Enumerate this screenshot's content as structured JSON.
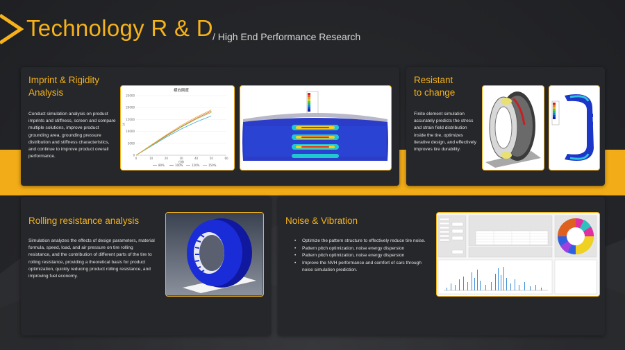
{
  "header": {
    "title": "Technology R & D",
    "subtitle": "/ High End Performance Research"
  },
  "sections": {
    "imprint": {
      "title_line1": "Imprint & Rigidity",
      "title_line2": "Analysis",
      "text": "Conduct simulation analysis on product imprints and stiffness, screen and compare multiple solutions, improve product grounding area, grounding pressure distribution and stiffness characteristics, and continue to improve product overall performance."
    },
    "resistant": {
      "title_line1": "Resistant",
      "title_line2": "to change",
      "text": "Finite element simulation accurately predicts the stress and strain field distribution inside the tire, optimizes iterative design, and effectively improves tire durability."
    },
    "rolling": {
      "title": "Rolling resistance analysis",
      "text": "Simulation analyzes the effects of design parameters, material formula, speed, load, and air pressure on tire rolling resistance, and the contribution of different parts of the tire to rolling resistance, providing a theoretical basis for product optimization, quickly reducing product rolling resistance, and improving fuel economy."
    },
    "noise": {
      "title": "Noise & Vibration",
      "bullets": [
        "Optimize the pattern structure to effectively reduce tire noise.",
        "Pattern pitch optimization, noise energy dispersion",
        "Pattern pitch optimization, noise energy dispersion",
        "Improve the NVH performance and comfort of cars through noise simulation prediction."
      ]
    }
  },
  "chart_data": {
    "type": "line",
    "title": "横向刚度",
    "xlabel": "位移",
    "ylabel": "力",
    "xlim": [
      0,
      60
    ],
    "ylim": [
      0,
      25000
    ],
    "x_ticks": [
      0,
      10,
      20,
      30,
      40,
      50,
      60
    ],
    "y_ticks": [
      0,
      5000,
      10000,
      15000,
      20000,
      25000
    ],
    "legend_position": "bottom",
    "series": [
      {
        "name": "80%",
        "color": "#4aa3df",
        "x": [
          0,
          10,
          20,
          30,
          40,
          50
        ],
        "y": [
          0,
          3800,
          7600,
          11000,
          14000,
          16500
        ]
      },
      {
        "name": "100%",
        "color": "#e0543c",
        "x": [
          0,
          10,
          20,
          30,
          40,
          50
        ],
        "y": [
          0,
          4100,
          8200,
          12000,
          15500,
          18500
        ]
      },
      {
        "name": "120%",
        "color": "#8fbf3f",
        "x": [
          0,
          10,
          20,
          30,
          40,
          50
        ],
        "y": [
          0,
          4000,
          8000,
          11800,
          15200,
          18000
        ]
      },
      {
        "name": "150%",
        "color": "#f0a030",
        "x": [
          0,
          10,
          20,
          30,
          40,
          50
        ],
        "y": [
          0,
          4300,
          8500,
          12500,
          16000,
          19000
        ]
      }
    ]
  },
  "colors": {
    "accent": "#f5b21a",
    "panel": "#26272a",
    "background": "#2a2b2e"
  }
}
